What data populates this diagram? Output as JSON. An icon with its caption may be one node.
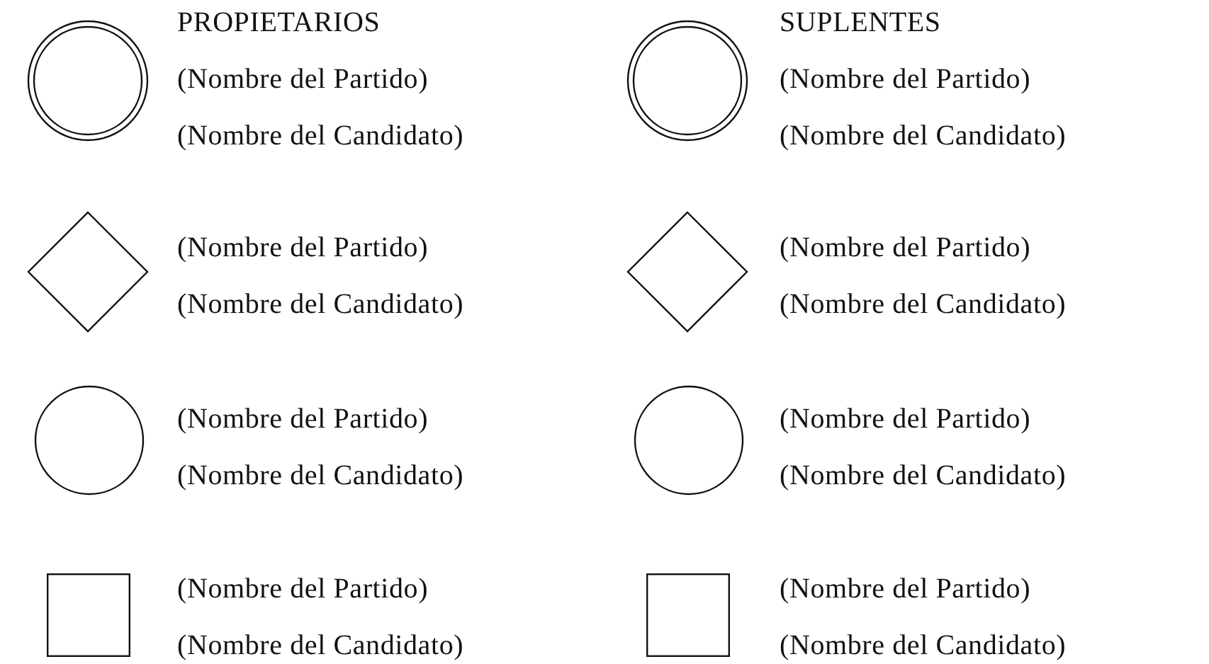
{
  "diagram": {
    "nodes": [
      {
        "text": [],
        "shape": "ring",
        "beside": [
          "(Nombre del Partido)",
          "(Nombre del Candidato)"
        ]
      },
      {
        "text": [],
        "shape": "ring",
        "beside": [
          "(Nombre del Partido)",
          "(Nombre del Candidato)"
        ]
      },
      {
        "text": [],
        "shape": "diamond",
        "beside": [
          "(Nombre del Partido)",
          "(Nombre del Candidato)"
        ]
      },
      {
        "text": [],
        "shape": "diamond",
        "beside": [
          "(Nombre del Partido)",
          "(Nombre del Candidato)"
        ]
      },
      {
        "text": [],
        "shape": "circle",
        "beside": [
          "(Nombre del Partido)",
          "(Nombre del Candidato)"
        ]
      },
      {
        "text": [],
        "shape": "circle",
        "beside": [
          "(Nombre del Partido)",
          "(Nombre del Candidato)"
        ]
      },
      {
        "text": [],
        "shape": "box",
        "beside": [
          "(Nombre del Partido)",
          "(Nombre del Candidato)"
        ]
      },
      {
        "text": [],
        "shape": "box",
        "beside": [
          "(Nombre del Partido)",
          "(Nombre del Candidato)"
        ]
      }
    ],
    "labels": [
      "PROPIETARIOS",
      "SUPLENTES"
    ]
  }
}
